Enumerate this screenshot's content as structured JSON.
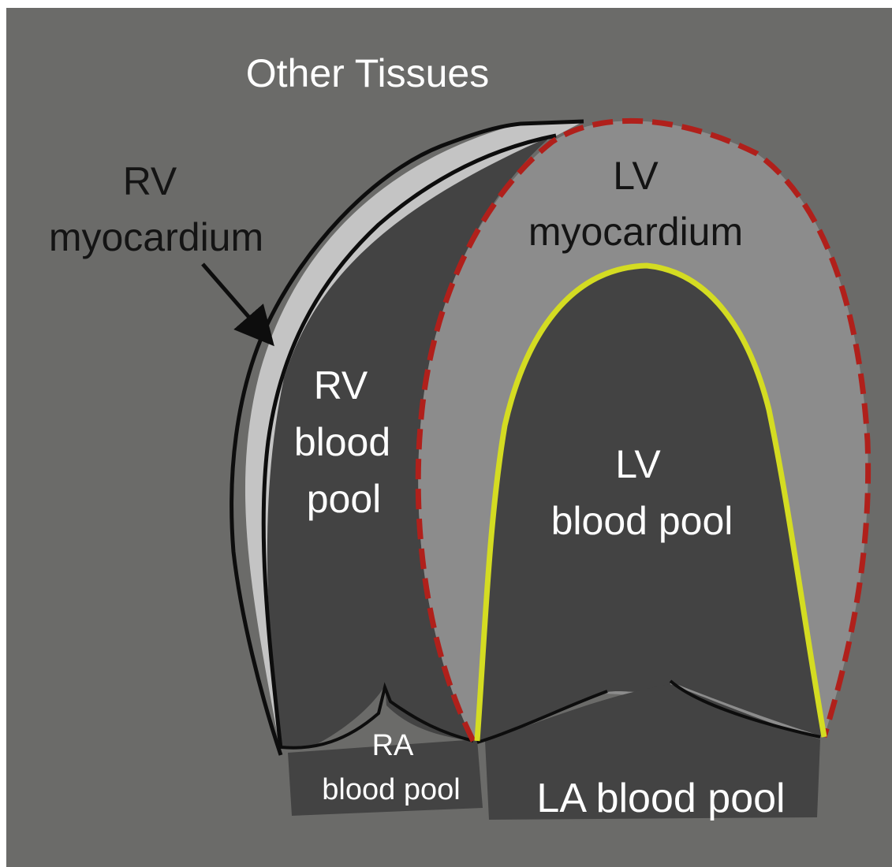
{
  "labels": {
    "other_tissues": "Other Tissues",
    "rv_myocardium": [
      "RV",
      "myocardium"
    ],
    "lv_myocardium": [
      "LV",
      "myocardium"
    ],
    "rv_blood_pool": [
      "RV",
      "blood",
      "pool"
    ],
    "lv_blood_pool": [
      "LV",
      "blood pool"
    ],
    "ra_blood_pool": [
      "RA",
      "blood pool"
    ],
    "la_blood_pool": "LA blood pool"
  },
  "colors": {
    "background": "#6b6b69",
    "frame": "#ffffff",
    "blood_pool": "#434343",
    "lv_myocardium": "#8c8c8c",
    "rv_myocardium": "#c4c4c4",
    "outline": "#0d0d0d",
    "epicardial_contour": "#b0201b",
    "endocardial_contour": "#d4dc22",
    "light_text": "#ffffff",
    "dark_text": "#141414"
  }
}
